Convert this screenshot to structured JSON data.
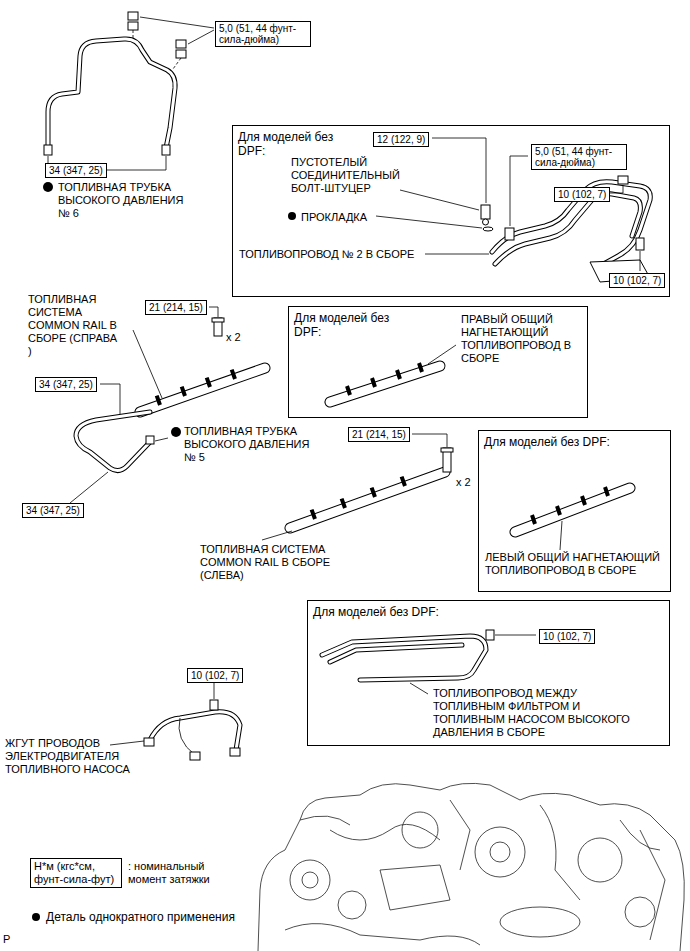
{
  "diagram": {
    "nodes": [
      {
        "text": [
          "5,0 (51, 44 фунт-сила-дюйма)"
        ]
      },
      {
        "text": [
          "Для моделей без DPF:",
          "ПУСТОТЕЛЫЙ СОЕДИНИТЕЛЬНЫЙ БОЛТ-ШТУЦЕР",
          "ПРОКЛАДКА",
          "ТОПЛИВОПРОВОД № 2 В СБОРЕ"
        ]
      },
      {
        "text": [
          "12 (122, 9)"
        ],
        "in": 1
      },
      {
        "text": [
          "5,0 (51, 44 фунт-сила-дюйма)"
        ],
        "in": 1
      },
      {
        "text": [
          "10 (102, 7)"
        ],
        "in": 1
      },
      {
        "text": [
          "10 (102, 7)"
        ],
        "in": 1
      },
      {
        "text": [
          "34 (347, 25)"
        ]
      },
      {
        "text": [
          "21 (214, 15)"
        ]
      },
      {
        "text": [
          "Для моделей без DPF:",
          "ПРАВЫЙ ОБЩИЙ НАГНЕТАЮЩИЙ ТОПЛИВОПРОВОД В СБОРЕ"
        ]
      },
      {
        "text": [
          "34 (347, 25)"
        ]
      },
      {
        "text": [
          "21 (214, 15)"
        ]
      },
      {
        "text": [
          "Для моделей без DPF:",
          "ЛЕВЫЙ ОБЩИЙ НАГНЕТАЮЩИЙ ТОПЛИВОПРОВОД В СБОРЕ"
        ]
      },
      {
        "text": [
          "34 (347, 25)"
        ]
      },
      {
        "text": [
          "Для моделей без DPF:",
          "ТОПЛИВОПРОВОД МЕЖДУ ТОПЛИВНЫМ ФИЛЬТРОМ И ТОПЛИВНЫМ НАСОСОМ ВЫСОКОГО ДАВЛЕНИЯ В СБОРЕ"
        ]
      },
      {
        "text": [
          "10 (102, 7)"
        ],
        "in": 13
      },
      {
        "text": [
          "10 (102, 7)"
        ]
      },
      {
        "text": [
          "Н*м (кгс*см, фунт-сила-фут)"
        ]
      }
    ],
    "labels": [
      "ТОПЛИВНАЯ ТРУБКА ВЫСОКОГО ДАВЛЕНИЯ № 6",
      "ТОПЛИВНАЯ СИСТЕМА COMMON RAIL В СБОРЕ (СПРАВА )",
      "x 2",
      "ТОПЛИВНАЯ ТРУБКА ВЫСОКОГО ДАВЛЕНИЯ № 5",
      "x 2",
      "ТОПЛИВНАЯ СИСТЕМА COMMON RAIL В СБОРЕ (СЛЕВА)",
      "ЖГУТ ПРОВОДОВ ЭЛЕКТРОДВИГАТЕЛЯ ТОПЛИВНОГО НАСОСА",
      "P"
    ],
    "legend": [
      {
        "text": ": номинальный момент затяжки"
      },
      {
        "text": "Деталь однократного применения"
      }
    ]
  }
}
